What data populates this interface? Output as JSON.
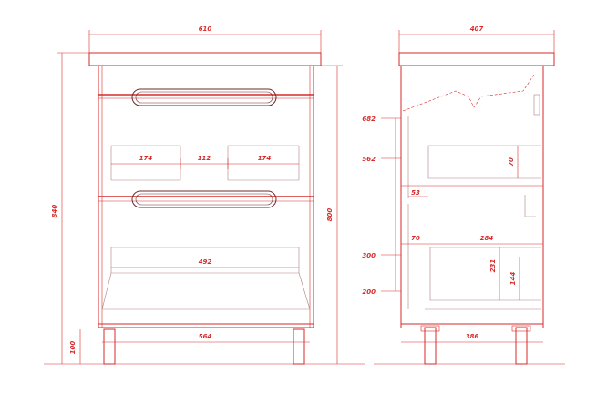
{
  "front_view": {
    "dimensions": {
      "top_width": "610",
      "height_total": "840",
      "height_body": "800",
      "plinth_height": "100",
      "inner_width": "564",
      "drawer_insert_left": "174",
      "drawer_insert_middle": "112",
      "drawer_insert_right": "174",
      "lower_drawer_width": "492"
    }
  },
  "side_view": {
    "dimensions": {
      "top_depth": "407",
      "bottom_depth": "386",
      "level_682": "682",
      "level_562": "562",
      "level_300": "300",
      "level_200": "200",
      "offset_53": "53",
      "drawer_height_70": "70",
      "offset_70": "70",
      "drawer_depth": "284",
      "height_231": "231",
      "height_144": "144"
    }
  },
  "colors": {
    "line": "#d92a2a",
    "handle": "#6b2a2a"
  }
}
